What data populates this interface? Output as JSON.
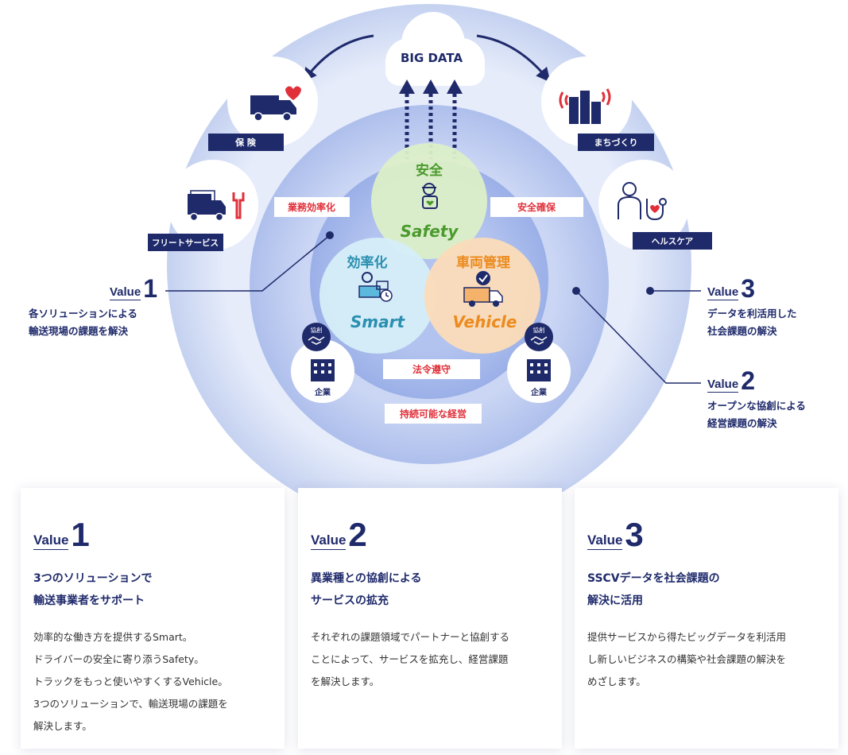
{
  "diagram": {
    "big_data_label": "BIG DATA",
    "top_left_label": "保 険",
    "top_right_label": "まちづくり",
    "left_label": "フリートサービス",
    "right_label": "ヘルスケア",
    "tag_top_left": "業務効率化",
    "tag_top_right": "安全確保",
    "tag_bottom": "法令遵守",
    "tag_outer_bottom": "持続可能な経営",
    "safety_jp": "安全",
    "safety_en": "Safety",
    "smart_jp": "効率化",
    "smart_en": "Smart",
    "vehicle_jp": "車両管理",
    "vehicle_en": "Vehicle",
    "company_left_badge": "協創",
    "company_left_label": "企業",
    "company_right_badge": "協創",
    "company_right_label": "企業",
    "colors": {
      "navy": "#1f2a6b",
      "red": "#e0313b",
      "safety_green": "#4a9a2c",
      "smart_teal": "#2a8fb0",
      "vehicle_orange": "#ec8a1e"
    }
  },
  "side_values": {
    "v1": {
      "word": "Value",
      "num": "1",
      "desc": [
        "各ソリューションによる",
        "輸送現場の課題を解決"
      ]
    },
    "v3": {
      "word": "Value",
      "num": "3",
      "desc": [
        "データを利活用した",
        "社会課題の解決"
      ]
    },
    "v2": {
      "word": "Value",
      "num": "2",
      "desc": [
        "オープンな協創による",
        "経営課題の解決"
      ]
    }
  },
  "cards": [
    {
      "word": "Value",
      "num": "1",
      "title": "3つのソリューションで\n輸送事業者をサポート",
      "body": "効率的な働き方を提供するSmart。\nドライバーの安全に寄り添うSafety。\nトラックをもっと使いやすくするVehicle。\n3つのソリューションで、輸送現場の課題を\n解決します。"
    },
    {
      "word": "Value",
      "num": "2",
      "title": "異業種との協創による\nサービスの拡充",
      "body": "それぞれの課題領域でパートナーと協創する\nことによって、サービスを拡充し、経営課題\nを解決します。"
    },
    {
      "word": "Value",
      "num": "3",
      "title": "SSCVデータを社会課題の\n解決に活用",
      "body": "提供サービスから得たビッグデータを利活用\nし新しいビジネスの構築や社会課題の解決を\nめざします。"
    }
  ]
}
